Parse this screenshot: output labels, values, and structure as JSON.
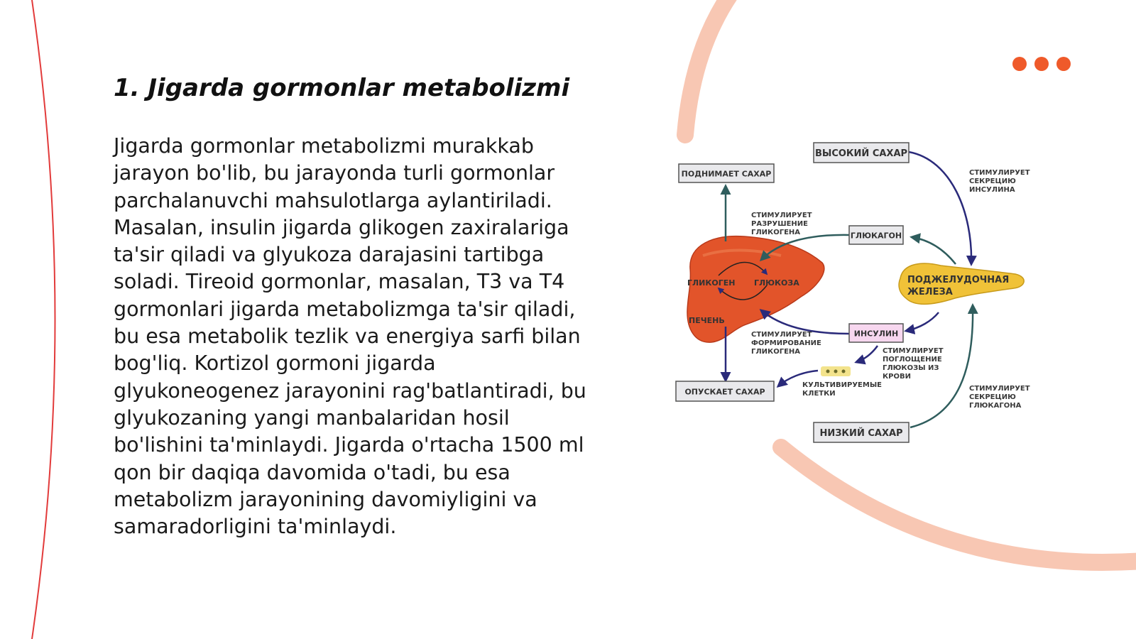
{
  "slide": {
    "title": "1. Jigarda gormonlar metabolizmi",
    "body": "Jigarda gormonlar metabolizmi murakkab jarayon bo'lib, bu jarayonda turli gormonlar parchalanuvchi mahsulotlarga aylantiriladi. Masalan, insulin jigarda glikogen zaxiralariga ta'sir qiladi va glyukoza darajasini tartibga soladi. Tireoid gormonlar, masalan, T3 va T4 gormonlari jigarda metabolizmga ta'sir qiladi, bu esa metabolik tezlik va energiya sarfi bilan bog'liq. Kortizol gormoni jigarda glyukoneogenez jarayonini rag'batlantiradi, bu glyukozaning yangi manbalaridan hosil bo'lishini ta'minlaydi. Jigarda o'rtacha 1500 ml qon bir daqiqa davomida o'tadi, bu esa metabolizm jarayonining davomiyligini va samaradorligini ta'minlaydi."
  },
  "colors": {
    "accent": "#ef5a2a",
    "arc": "#f6b49a",
    "left_line": "#e23b3b",
    "arrow_navy": "#2a2a7a",
    "arrow_teal": "#2f5d5d",
    "liver": "#e2542a",
    "pancreas": "#f0c238",
    "insulin_box": "#f7d7ef"
  },
  "diagram": {
    "high_sugar": "ВЫСОКИЙ САХАР",
    "raises_sugar": "ПОДНИМАЕТ САХАР",
    "lowers_sugar": "ОПУСКАЕТ САХАР",
    "low_sugar": "НИЗКИЙ САХАР",
    "glucagon": "ГЛЮКАГОН",
    "insulin": "ИНСУЛИН",
    "glycogen": "ГЛИКОГЕН",
    "glucose": "ГЛЮКОЗА",
    "liver": "ПЕЧЕНЬ",
    "pancreas_line1": "ПОДЖЕЛУДОЧНАЯ",
    "pancreas_line2": "ЖЕЛЕЗА",
    "stim_breakdown": [
      "СТИМУЛИРУЕТ",
      "РАЗРУШЕНИЕ",
      "ГЛИКОГЕНА"
    ],
    "stim_insulin": [
      "СТИМУЛИРУЕТ",
      "СЕКРЕЦИЮ",
      "ИНСУЛИНА"
    ],
    "stim_formation": [
      "СТИМУЛИРУЕТ",
      "ФОРМИРОВАНИЕ",
      "ГЛИКОГЕНА"
    ],
    "stim_uptake": [
      "СТИМУЛИРУЕТ",
      "ПОГЛОЩЕНИЕ",
      "ГЛЮКОЗЫ ИЗ",
      "КРОВИ"
    ],
    "cultured_cells": [
      "КУЛЬТИВИРУЕМЫЕ",
      "КЛЕТКИ"
    ],
    "stim_glucagon": [
      "СТИМУЛИРУЕТ",
      "СЕКРЕЦИЮ",
      "ГЛЮКАГОНА"
    ]
  }
}
